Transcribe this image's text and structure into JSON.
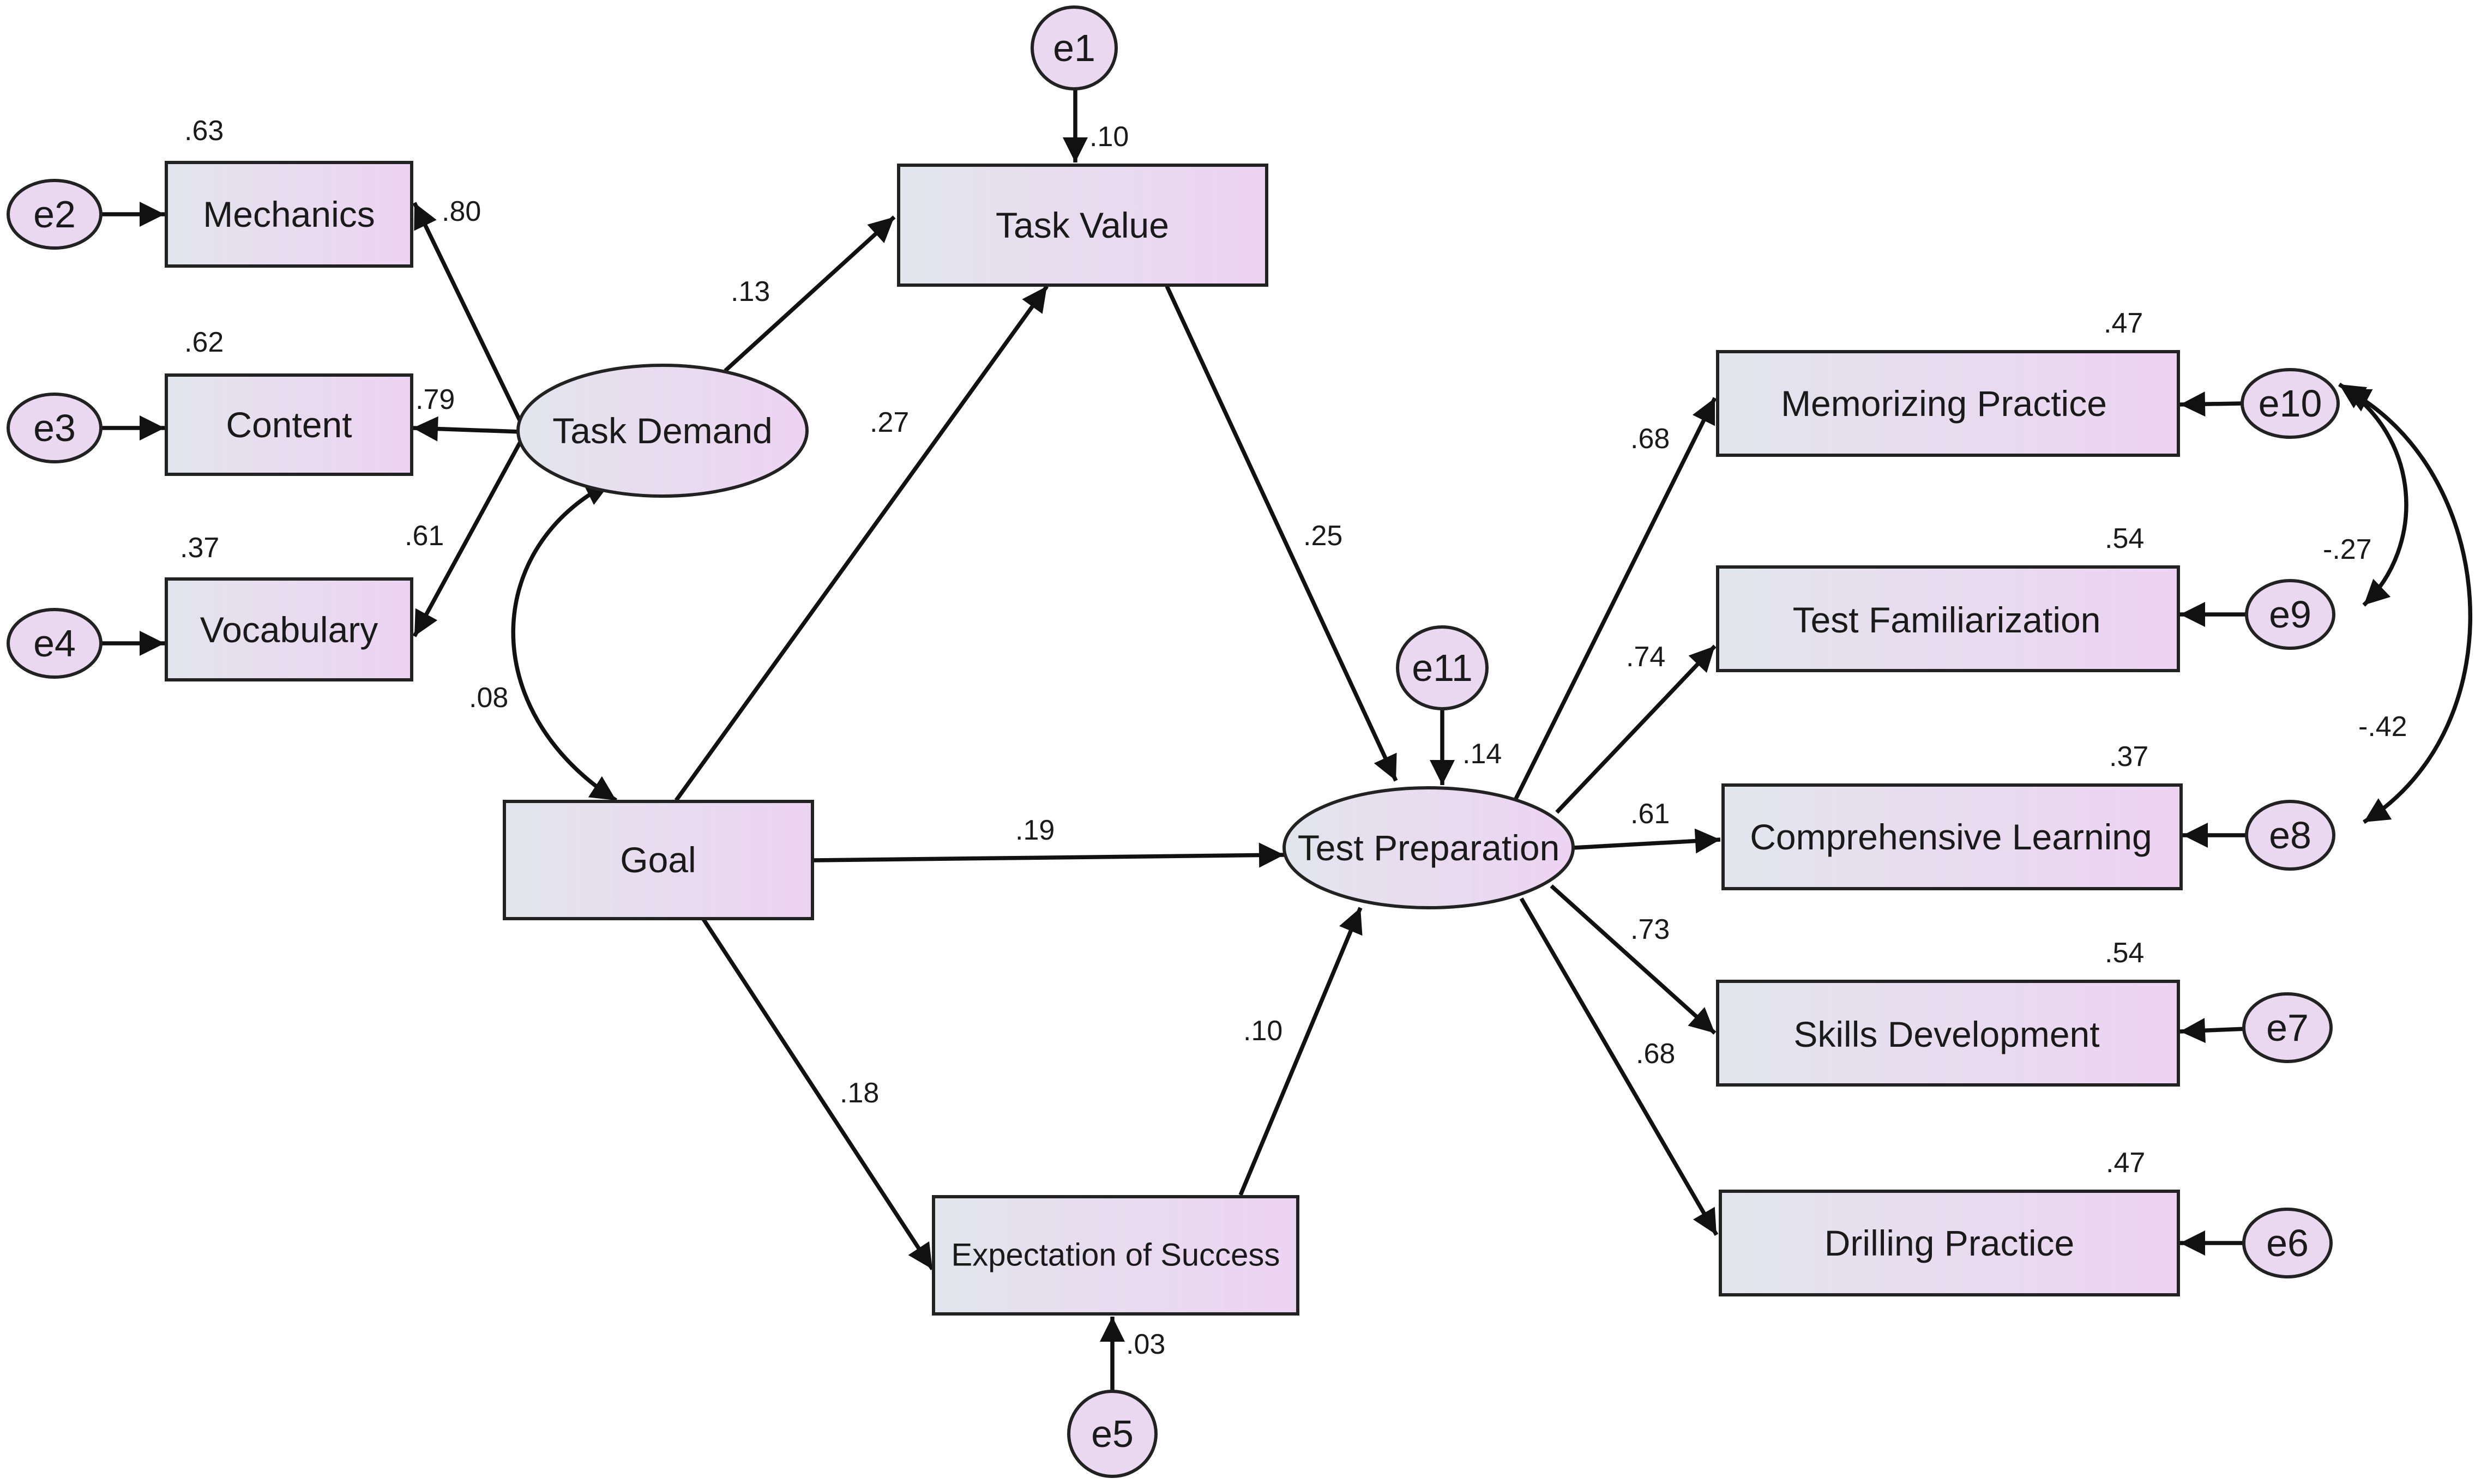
{
  "nodes": {
    "mechanics": "Mechanics",
    "content": "Content",
    "vocabulary": "Vocabulary",
    "task_demand": "Task Demand",
    "task_value": "Task Value",
    "goal": "Goal",
    "test_preparation": "Test Preparation",
    "expectation_of_success": "Expectation of Success",
    "memorizing_practice": "Memorizing Practice",
    "test_familiarization": "Test Familiarization",
    "comprehensive_learning": "Comprehensive Learning",
    "skills_development": "Skills Development",
    "drilling_practice": "Drilling Practice"
  },
  "errors": {
    "e1": "e1",
    "e2": "e2",
    "e3": "e3",
    "e4": "e4",
    "e5": "e5",
    "e6": "e6",
    "e7": "e7",
    "e8": "e8",
    "e9": "e9",
    "e10": "e10",
    "e11": "e11"
  },
  "r_squared": {
    "mechanics": ".63",
    "content": ".62",
    "vocabulary": ".37",
    "task_value": ".10",
    "test_preparation": ".14",
    "expectation_of_success": ".03",
    "memorizing_practice": ".47",
    "test_familiarization": ".54",
    "comprehensive_learning": ".37",
    "skills_development": ".54",
    "drilling_practice": ".47"
  },
  "paths": {
    "task_demand_mechanics": ".80",
    "task_demand_content": ".79",
    "task_demand_vocabulary": ".61",
    "task_demand_goal": ".08",
    "task_demand_task_value": ".13",
    "goal_task_value": ".27",
    "task_value_test_preparation": ".25",
    "goal_test_preparation": ".19",
    "goal_expectation": ".18",
    "expectation_test_preparation": ".10",
    "test_preparation_memorizing": ".68",
    "test_preparation_familiarization": ".74",
    "test_preparation_comprehensive": ".61",
    "test_preparation_skills": ".73",
    "test_preparation_drilling": ".68",
    "e10_e9": "-.27",
    "e10_e8": "-.42"
  },
  "colors": {
    "box_fill_start": "#e2e5ec",
    "box_fill_end": "#edd3f2",
    "error_fill": "#ead8f0",
    "line": "#111111"
  }
}
